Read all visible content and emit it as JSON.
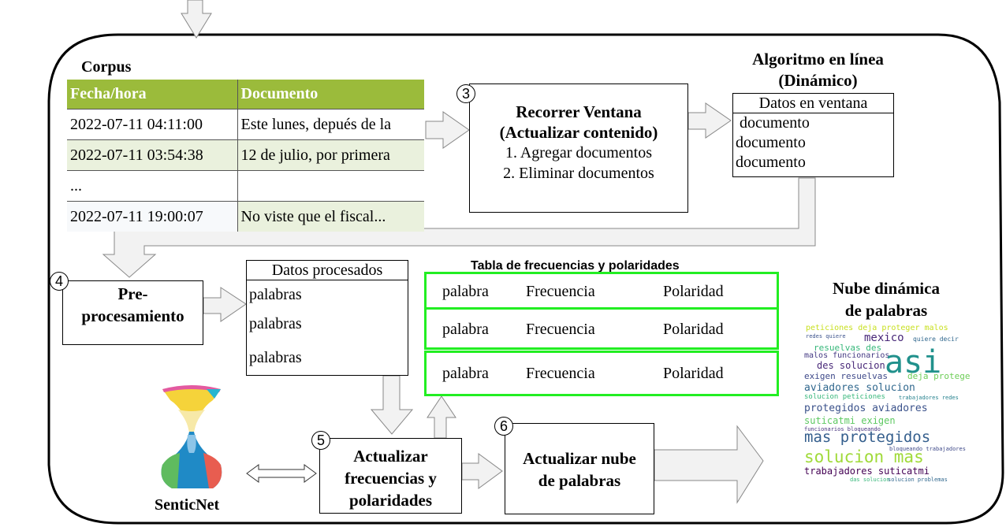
{
  "corpus": {
    "title": "Corpus",
    "columns": [
      "Fecha/hora",
      "Documento"
    ],
    "rows": [
      {
        "date": "2022-07-11 04:11:00",
        "doc": "Este lunes, depués de la"
      },
      {
        "date": "2022-07-11 03:54:38",
        "doc": "12 de julio, por primera"
      },
      {
        "date": "...",
        "doc": ""
      },
      {
        "date": "2022-07-11 19:00:07",
        "doc": "No viste que el fiscal..."
      }
    ],
    "header_color": "#9bbb3b"
  },
  "step3": {
    "number": "3",
    "title1": "Recorrer Ventana",
    "title2": "(Actualizar contenido)",
    "item1": "1. Agregar documentos",
    "item2": "2. Eliminar documentos"
  },
  "algoritmo": {
    "title1": "Algoritmo en línea",
    "title2": "(Dinámico)",
    "list_header": "Datos en ventana",
    "items": [
      "documento",
      "documento",
      "documento"
    ]
  },
  "step4": {
    "number": "4",
    "title1": "Pre-",
    "title2": "procesamiento"
  },
  "procesados": {
    "header": "Datos procesados",
    "items": [
      "palabras",
      "palabras",
      "palabras"
    ]
  },
  "freq_table": {
    "title": "Tabla de frecuencias y polaridades",
    "border_color": "#22ee22",
    "rows": [
      [
        "palabra",
        "Frecuencia",
        "Polaridad"
      ],
      [
        "palabra",
        "Frecuencia",
        "Polaridad"
      ],
      [
        "palabra",
        "Frecuencia",
        "Polaridad"
      ]
    ]
  },
  "senticnet": {
    "label": "SenticNet"
  },
  "step5": {
    "number": "5",
    "line1": "Actualizar",
    "line2": "frecuencias y",
    "line3": "polaridades"
  },
  "step6": {
    "number": "6",
    "line1": "Actualizar nube",
    "line2": "de palabras"
  },
  "wordcloud": {
    "title1": "Nube dinámica",
    "title2": "de palabras",
    "words": [
      {
        "t": "peticiones deja proteger malos",
        "c": "#c8e020"
      },
      {
        "t": "redes quiere",
        "c": "#3b528b"
      },
      {
        "t": "mexico",
        "c": "#482878"
      },
      {
        "t": "quiere decir",
        "c": "#31688e"
      },
      {
        "t": "resuelvas des",
        "c": "#35b779"
      },
      {
        "t": "malos funcionarios",
        "c": "#443983"
      },
      {
        "t": "asi",
        "c": "#21918c"
      },
      {
        "t": "des solucion",
        "c": "#482878"
      },
      {
        "t": "exigen resuelvas",
        "c": "#3e4989"
      },
      {
        "t": "deja proteger",
        "c": "#6ece58"
      },
      {
        "t": "aviadores solucion",
        "c": "#31688e"
      },
      {
        "t": "solucion peticiones",
        "c": "#35b779"
      },
      {
        "t": "trabajadores redes",
        "c": "#26828e"
      },
      {
        "t": "protegidos aviadores",
        "c": "#3b528b"
      },
      {
        "t": "suticatmi exigen",
        "c": "#5ec962"
      },
      {
        "t": "funcionarios bloqueando",
        "c": "#46327e"
      },
      {
        "t": "mas protegidos",
        "c": "#355f8d"
      },
      {
        "t": "bloqueando trabajadores",
        "c": "#3e4989"
      },
      {
        "t": "solucion mas",
        "c": "#a0da39"
      },
      {
        "t": "trabajadores suticatmi",
        "c": "#440154"
      },
      {
        "t": "das solucion",
        "c": "#35b779"
      },
      {
        "t": "solucion problemas",
        "c": "#31688e"
      }
    ]
  }
}
